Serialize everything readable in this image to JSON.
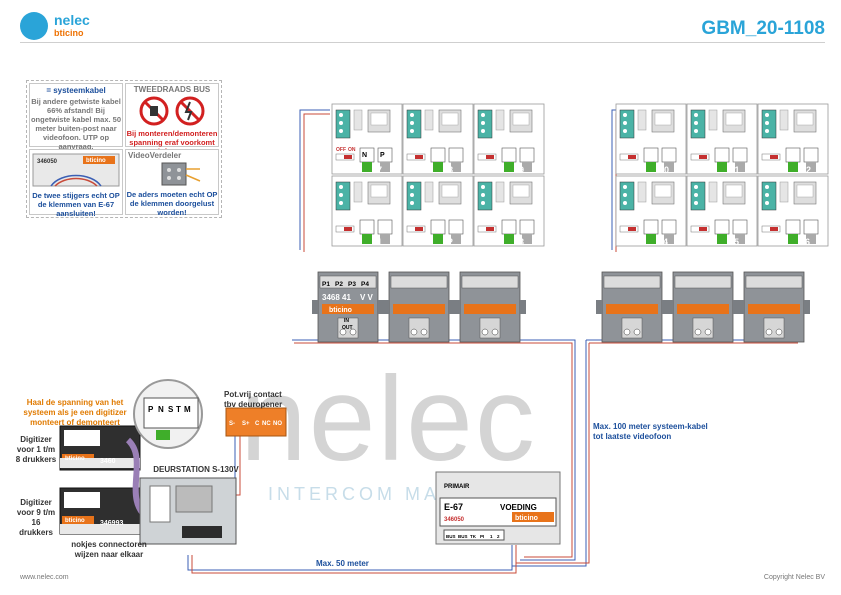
{
  "header": {
    "brand": "nelec",
    "brand_sub": "bticino",
    "title": "GBM_20-1108"
  },
  "legend": {
    "cable_title": "= systeemkabel",
    "cable_text": "Bij andere getwiste kabel 66% afstand! Bij ongetwiste kabel max. 50 meter buiten-post naar videofoon. UTP op aanvraag.",
    "bus_title": "TWEEDRAADS BUS",
    "bus_text": "Bij monteren/demonteren spanning eraf voorkomt defecten!",
    "e67_code": "346050",
    "e67_brand": "bticino",
    "stijgers_text": "De twee stijgers echt OP de klemmen van E-67 aansluiten!",
    "verdeler_title": "VideoVerdeler",
    "verdeler_text": "De aders moeten echt OP de klemmen doorgelust worden!"
  },
  "videophones": {
    "top_row_labels": [
      "7",
      "8",
      "9",
      "10",
      "11",
      "12"
    ],
    "bottom_row_labels": [
      "1",
      "2",
      "3",
      "4",
      "5",
      "6"
    ],
    "switch_off": "OFF",
    "switch_on": "ON",
    "terminal_n": "N",
    "terminal_p": "P"
  },
  "distributor": {
    "ports": [
      "P1",
      "P2",
      "P3",
      "P4"
    ],
    "model": "3468 41",
    "suffix": "V V",
    "brand": "bticino",
    "in_label": "IN",
    "out_label": "OUT"
  },
  "notes": {
    "spanning": "Haal de spanning van het systeem als je een digitizer monteert of demonteert",
    "digitizer1": "Digitizer voor 1 t/m 8 drukkers",
    "digitizer2": "Digitizer voor 9 t/m 16 drukkers",
    "nokjes": "nokjes connectoren wijzen naar elkaar",
    "deurstation": "DEURSTATION S-130V",
    "potvrij": "Pot.vrij contact tbv deuropener",
    "terminals": [
      "S-",
      "S+",
      "C",
      "NC",
      "NO"
    ],
    "pnstm": [
      "P",
      "N",
      "S",
      "T",
      "M"
    ],
    "max100": "Max. 100 meter systeem-kabel tot laatste videofoon",
    "max50": "Max. 50 meter",
    "digit_code1": "3460",
    "digit_code2": "346993",
    "digit_brand": "bticino"
  },
  "power": {
    "primair": "PRIMAIR",
    "model": "E-67",
    "name": "VOEDING",
    "code": "346050",
    "brand": "bticino",
    "terminals": [
      "BUS",
      "BUS",
      "TK",
      "PI",
      "1",
      "2"
    ]
  },
  "watermark": {
    "main": "nelec",
    "sub": "INTERCOM MASTERY"
  },
  "footer": {
    "left": "www.nelec.com",
    "right": "Copyright Nelec BV"
  },
  "colors": {
    "accent": "#2aa4d8",
    "brand_orange": "#ee7203",
    "red": "#d22020",
    "wire_blue": "#3b5fb4",
    "wire_red": "#c84b3a",
    "bticino_bg": "#e8731a",
    "distributor_grey": "#8f9398",
    "note_orange": "#e07a00",
    "label_blue": "#1c4f9c",
    "green_tag": "#3fae2a"
  }
}
